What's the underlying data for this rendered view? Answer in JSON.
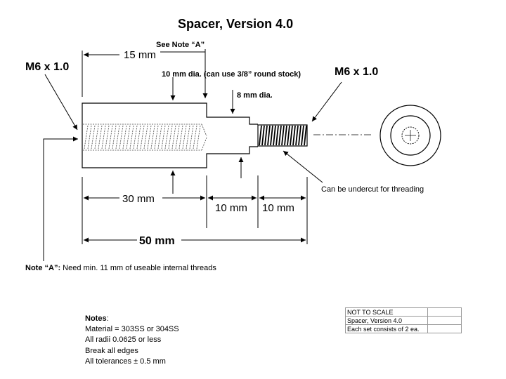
{
  "title": "Spacer, Version 4.0",
  "labels": {
    "thread_left": "M6 x 1.0",
    "thread_right": "M6 x 1.0",
    "see_note": "See Note “A”",
    "dim_15": "15 mm",
    "dim_10_dia": "10 mm dia. (can use 3/8” round stock)",
    "dim_8_dia": "8 mm dia.",
    "undercut": "Can be undercut for threading",
    "dim_30": "30 mm",
    "dim_10a": "10 mm",
    "dim_10b": "10 mm",
    "dim_50": "50 mm"
  },
  "note_a": {
    "prefix": "Note “A”:",
    "text": " Need min. 11 mm of useable internal threads"
  },
  "notes": {
    "heading": "Notes",
    "heading_suffix": ":",
    "lines": [
      "Material = 303SS or 304SS",
      "All radii 0.0625 or less",
      "Break all edges",
      "All tolerances ± 0.5 mm"
    ]
  },
  "title_block": {
    "rows": [
      "NOT TO SCALE",
      "Spacer, Version 4.0",
      "Each set consists of 2 ea."
    ]
  }
}
